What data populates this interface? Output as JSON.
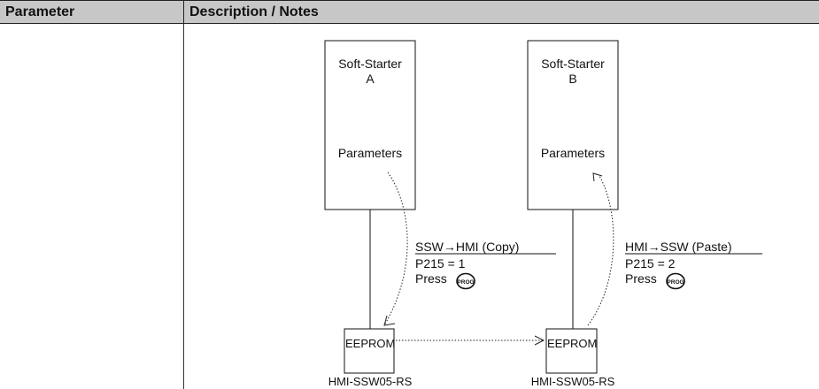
{
  "table": {
    "header": {
      "parameter": "Parameter",
      "description": "Description / Notes"
    }
  },
  "diagram": {
    "starter_a": {
      "line1": "Soft-Starter",
      "line2": "A",
      "params": "Parameters"
    },
    "starter_b": {
      "line1": "Soft-Starter",
      "line2": "B",
      "params": "Parameters"
    },
    "copy": {
      "title": "SSW→HMI (Copy)",
      "setting": "P215 = 1",
      "press": "Press"
    },
    "paste": {
      "title": "HMI→SSW (Paste)",
      "setting": "P215 = 2",
      "press": "Press"
    },
    "prog_key": "PROG",
    "eeprom_left": "EEPROM",
    "eeprom_right": "EEPROM",
    "hmi_left": "HMI-SSW05-RS",
    "hmi_right": "HMI-SSW05-RS"
  }
}
